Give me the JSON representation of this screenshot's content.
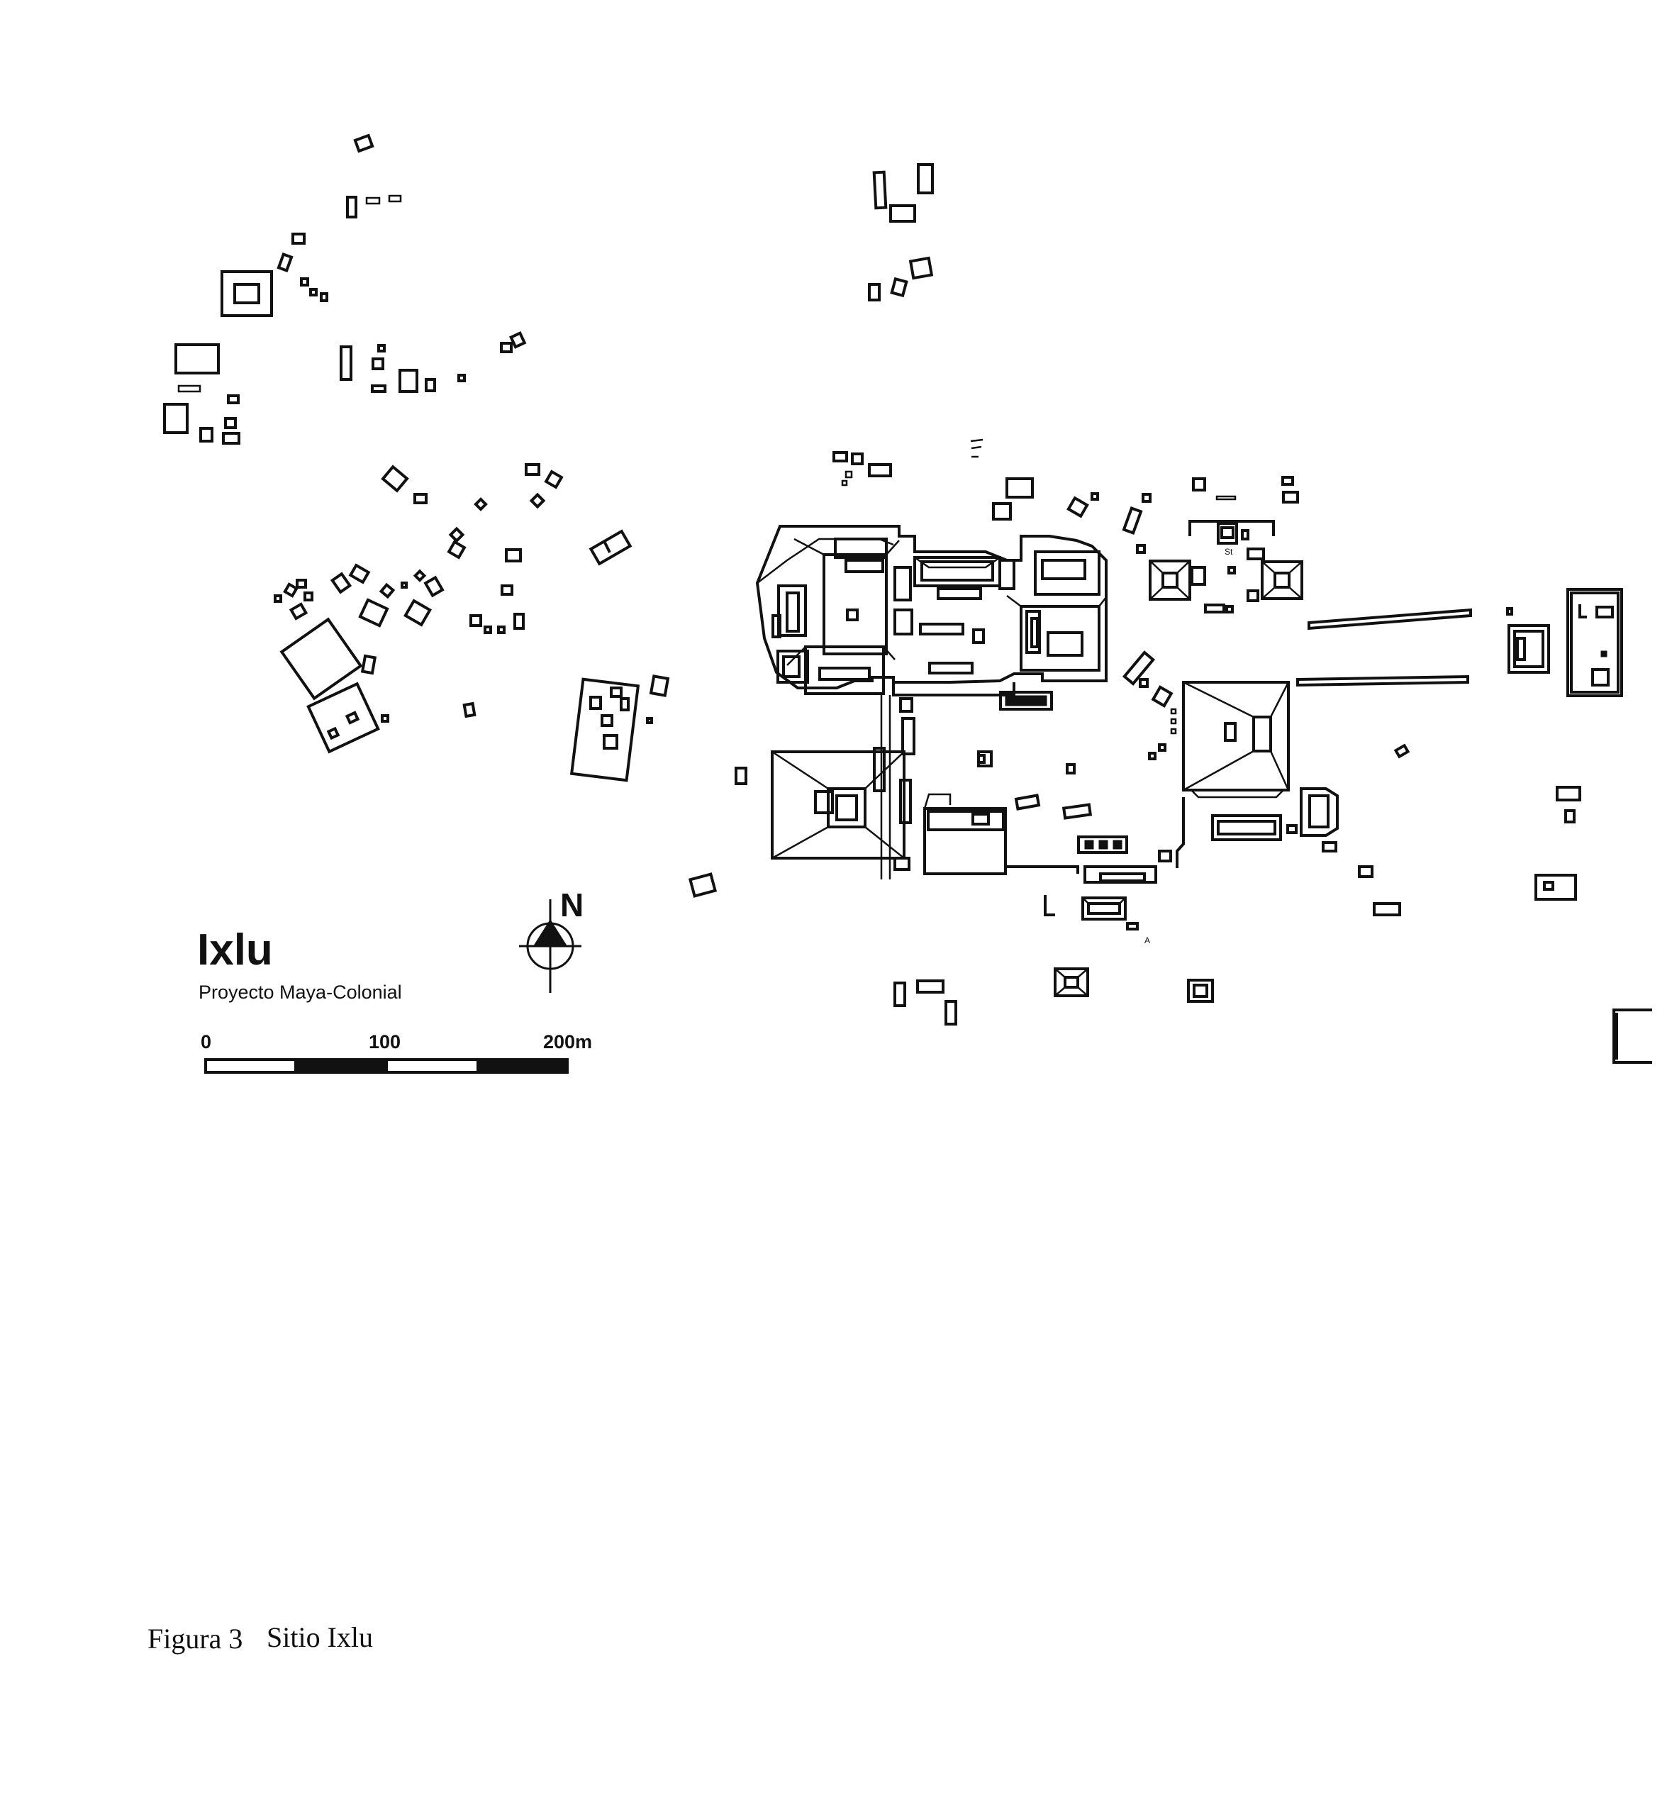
{
  "map": {
    "title": "Ixlu",
    "subtitle": "Proyecto Maya-Colonial",
    "north_label": "N",
    "scale": {
      "labels": [
        "0",
        "100",
        "200m"
      ]
    },
    "minor_labels": [
      "A",
      "St"
    ]
  },
  "caption": {
    "figure": "Figura 3",
    "text": "Sitio Ixlu"
  }
}
